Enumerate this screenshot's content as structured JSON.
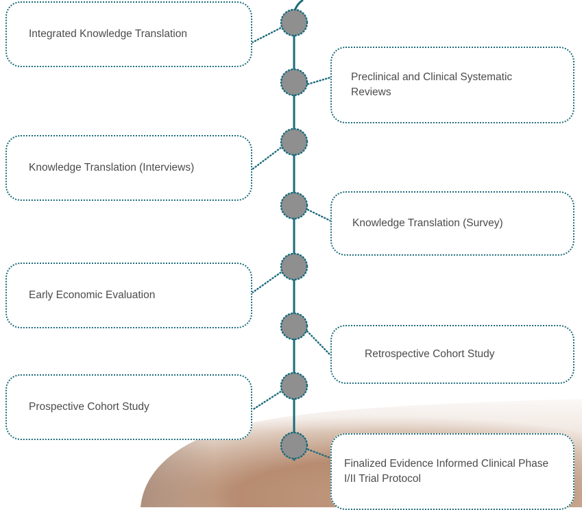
{
  "diagram": {
    "line_color": "#1b6b7a",
    "node_fill": "#8f8f8f",
    "nodes": [
      {
        "label": "Integrated Knowledge Translation",
        "side": "left"
      },
      {
        "label": "Preclinical and Clinical Systematic Reviews",
        "side": "right"
      },
      {
        "label": "Knowledge Translation (Interviews)",
        "side": "left"
      },
      {
        "label": "Knowledge Translation (Survey)",
        "side": "right"
      },
      {
        "label": "Early Economic Evaluation",
        "side": "left"
      },
      {
        "label": "Retrospective Cohort Study",
        "side": "right"
      },
      {
        "label": "Prospective Cohort Study",
        "side": "left"
      },
      {
        "label": "Finalized Evidence Informed Clinical Phase I/II Trial Protocol",
        "side": "right"
      }
    ]
  }
}
